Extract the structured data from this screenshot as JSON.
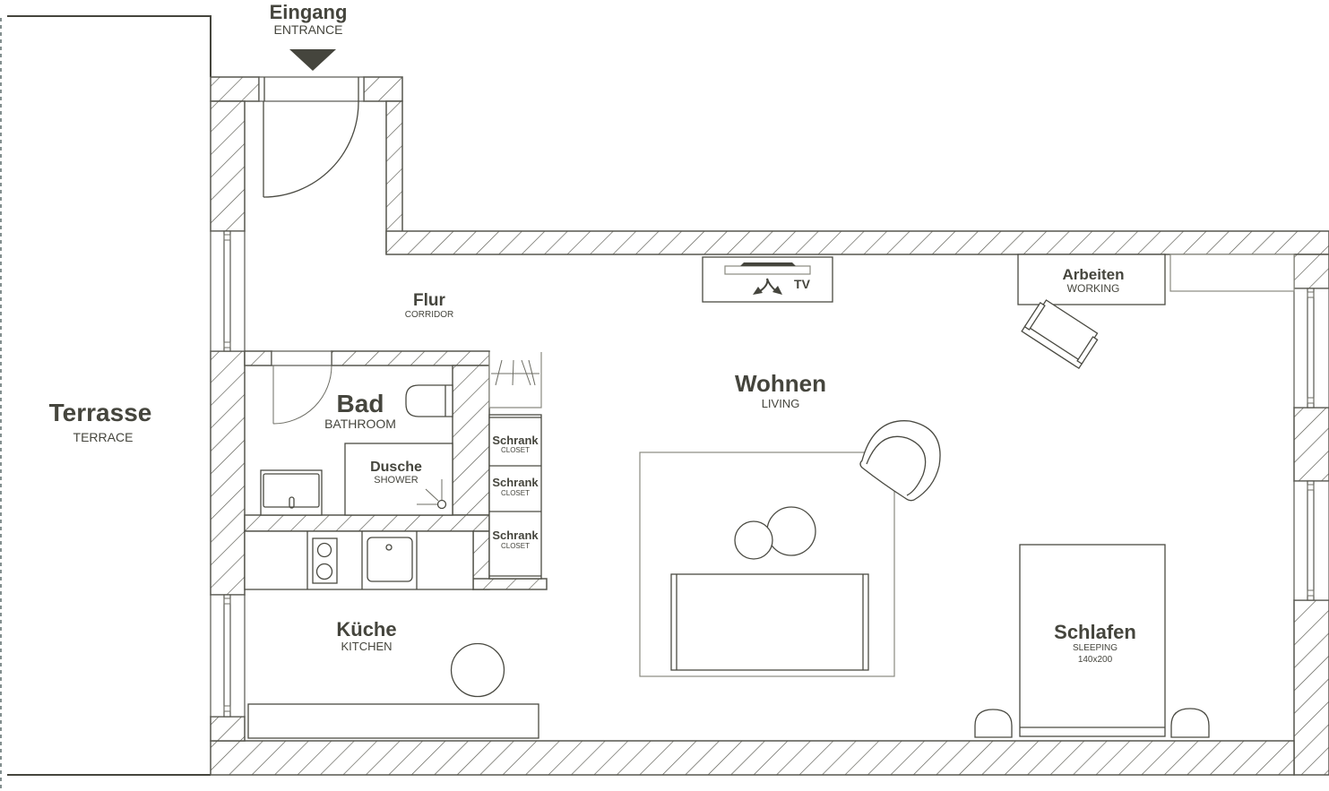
{
  "plan": {
    "colors": {
      "ink": "#45453d",
      "wall_stroke": "#57574f",
      "background": "#ffffff"
    },
    "entrance": {
      "label": "Eingang",
      "sublabel": "ENTRANCE",
      "icon": "arrow-down-triangle"
    },
    "rooms": {
      "terrace": {
        "label": "Terrasse",
        "sublabel": "TERRACE"
      },
      "corridor": {
        "label": "Flur",
        "sublabel": "CORRIDOR"
      },
      "bathroom": {
        "label": "Bad",
        "sublabel": "BATHROOM"
      },
      "shower": {
        "label": "Dusche",
        "sublabel": "SHOWER"
      },
      "kitchen": {
        "label": "Küche",
        "sublabel": "KITCHEN"
      },
      "living": {
        "label": "Wohnen",
        "sublabel": "LIVING"
      },
      "working": {
        "label": "Arbeiten",
        "sublabel": "WORKING"
      },
      "sleeping": {
        "label": "Schlafen",
        "sublabel": "SLEEPING",
        "bed_size": "140x200"
      }
    },
    "closets": [
      {
        "label": "Schrank",
        "sublabel": "CLOSET"
      },
      {
        "label": "Schrank",
        "sublabel": "CLOSET"
      },
      {
        "label": "Schrank",
        "sublabel": "CLOSET"
      }
    ],
    "tv": {
      "label": "TV",
      "icon": "swivel-arrows"
    }
  }
}
